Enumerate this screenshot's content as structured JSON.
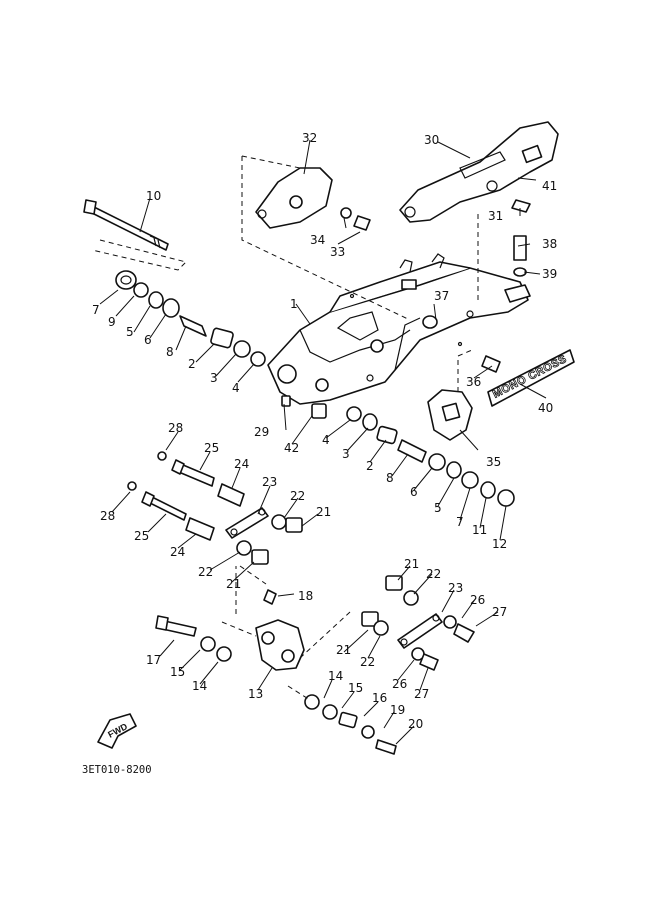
{
  "diagram": {
    "code": "3ET010-8200",
    "direction_badge": "FWD",
    "decal_text": "MONO CROSS",
    "callouts": [
      "1",
      "2",
      "3",
      "4",
      "5",
      "6",
      "7",
      "8",
      "9",
      "10",
      "11",
      "12",
      "13",
      "14",
      "15",
      "16",
      "17",
      "18",
      "19",
      "20",
      "21",
      "22",
      "23",
      "24",
      "25",
      "26",
      "27",
      "28",
      "29",
      "30",
      "31",
      "32",
      "33",
      "34",
      "35",
      "36",
      "37",
      "38",
      "39",
      "40",
      "41",
      "42"
    ]
  }
}
